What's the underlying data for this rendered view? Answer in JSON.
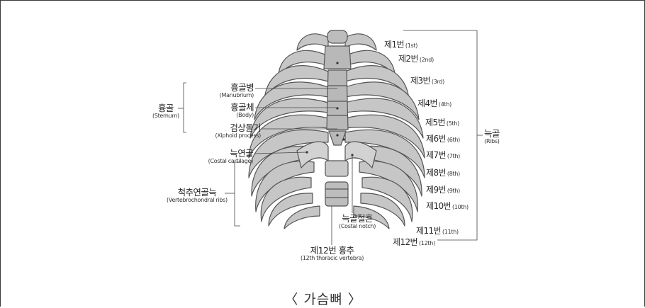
{
  "caption": "〈 가슴뼈 〉",
  "sternum": {
    "ko": "흉골",
    "en": "(Sternum)"
  },
  "manubrium": {
    "ko": "흉골병",
    "en": "(Manubrium)"
  },
  "body": {
    "ko": "흉골체",
    "en": "(Body)"
  },
  "xiphoid": {
    "ko": "검상돌기",
    "en": "(Xiphoid process)"
  },
  "costal_cartilage": {
    "ko": "늑연골",
    "en": "(Costal cartilage)"
  },
  "vertebrochondral": {
    "ko": "척추연골늑",
    "en": "(Vertebrochondral ribs)"
  },
  "costal_notch": {
    "ko": "늑골절흔",
    "en": "(Costal notch)"
  },
  "thoracic12": {
    "ko": "제12번 흉추",
    "en": "(12th thoracic vertebra)"
  },
  "ribs_group": {
    "ko": "늑골",
    "en": "(Ribs)"
  },
  "ribs": [
    {
      "ko": "제1번",
      "en": "(1st)"
    },
    {
      "ko": "제2번",
      "en": "(2nd)"
    },
    {
      "ko": "제3번",
      "en": "(3rd)"
    },
    {
      "ko": "제4번",
      "en": "(4th)"
    },
    {
      "ko": "제5번",
      "en": "(5th)"
    },
    {
      "ko": "제6번",
      "en": "(6th)"
    },
    {
      "ko": "제7번",
      "en": "(7th)"
    },
    {
      "ko": "제8번",
      "en": "(8th)"
    },
    {
      "ko": "제9번",
      "en": "(9th)"
    },
    {
      "ko": "제10번",
      "en": "(10th)"
    },
    {
      "ko": "제11번",
      "en": "(11th)"
    },
    {
      "ko": "제12번",
      "en": "(12th)"
    }
  ],
  "colors": {
    "bone": "#c8c8c8",
    "bone_edge": "#5a5a5a",
    "line": "#444444"
  }
}
